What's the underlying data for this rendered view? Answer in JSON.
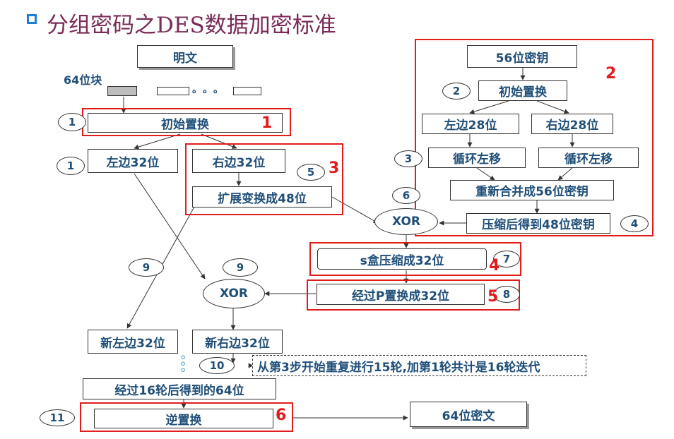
{
  "title": "分组密码之DES数据加密标准",
  "labels": {
    "block64": "64位块",
    "dots": "。。。"
  },
  "boxes": {
    "plaintext": "明文",
    "init_perm": "初始置换",
    "left32": "左边32位",
    "right32": "右边32位",
    "expand48": "扩展变换成48位",
    "key56": "56位密钥",
    "key_init_perm": "初始置换",
    "left28": "左边28位",
    "right28": "右边28位",
    "rot_left_a": "循环左移",
    "rot_left_b": "循环左移",
    "merge56": "重新合并成56位密钥",
    "compress48": "压缩后得到48位密钥",
    "xor1": "XOR",
    "sbox32": "s盒压缩成32位",
    "pperm32": "经过P置换成32位",
    "xor2": "XOR",
    "new_left": "新左边32位",
    "new_right": "新右边32位",
    "repeat_note": "从第3步开始重复进行15轮,加第1轮共计是16轮迭代",
    "after16": "经过16轮后得到的64位",
    "inverse_perm": "逆置换",
    "ciphertext": "64位密文"
  },
  "step_ovals": {
    "s1a": "1",
    "s1b": "1",
    "s2": "2",
    "s3": "3",
    "s4": "4",
    "s5": "5",
    "s6": "6",
    "s7": "7",
    "s8": "8",
    "s9a": "9",
    "s9b": "9",
    "s10": "10",
    "s11": "11"
  },
  "red_labels": {
    "r1": "1",
    "r2": "2",
    "r3": "3",
    "r4": "4",
    "r5": "5",
    "r6": "6"
  },
  "colors": {
    "accent_blue_text": "#1f4e79",
    "red_highlight": "#e21b1b",
    "title": "#7a2a57",
    "bullet": "#1a7fd6"
  }
}
